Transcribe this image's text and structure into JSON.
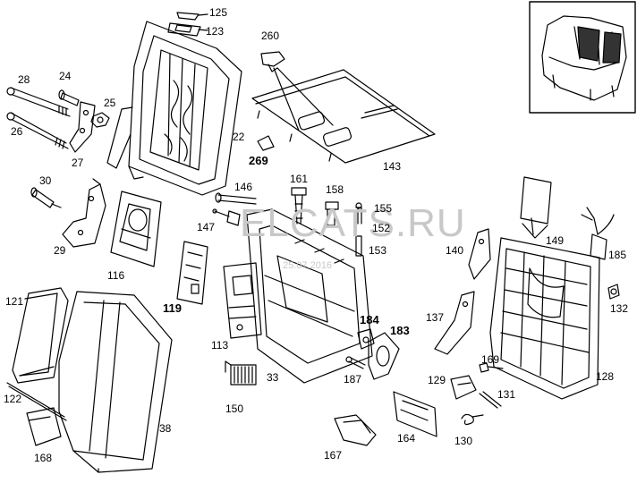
{
  "watermark": {
    "site": "ELCATS.RU",
    "date": "25.07.2016"
  },
  "part_numbers": {
    "p125": "125",
    "p123": "123",
    "p260": "260",
    "p28": "28",
    "p24": "24",
    "p25": "25",
    "p26": "26",
    "p27": "27",
    "p22": "22",
    "p269": "269",
    "p143": "143",
    "p30": "30",
    "p161": "161",
    "p158": "158",
    "p146": "146",
    "p155": "155",
    "p152": "152",
    "p153": "153",
    "p147": "147",
    "p29": "29",
    "p116": "116",
    "p119": "119",
    "p149": "149",
    "p140": "140",
    "p185": "185",
    "p132": "132",
    "p121": "121",
    "p113": "113",
    "p137": "137",
    "p184": "184",
    "p183": "183",
    "p33": "33",
    "p169": "169",
    "p128": "128",
    "p187": "187",
    "p129": "129",
    "p131": "131",
    "p122": "122",
    "p150": "150",
    "p38": "38",
    "p130": "130",
    "p164": "164",
    "p168": "168",
    "p167": "167"
  }
}
